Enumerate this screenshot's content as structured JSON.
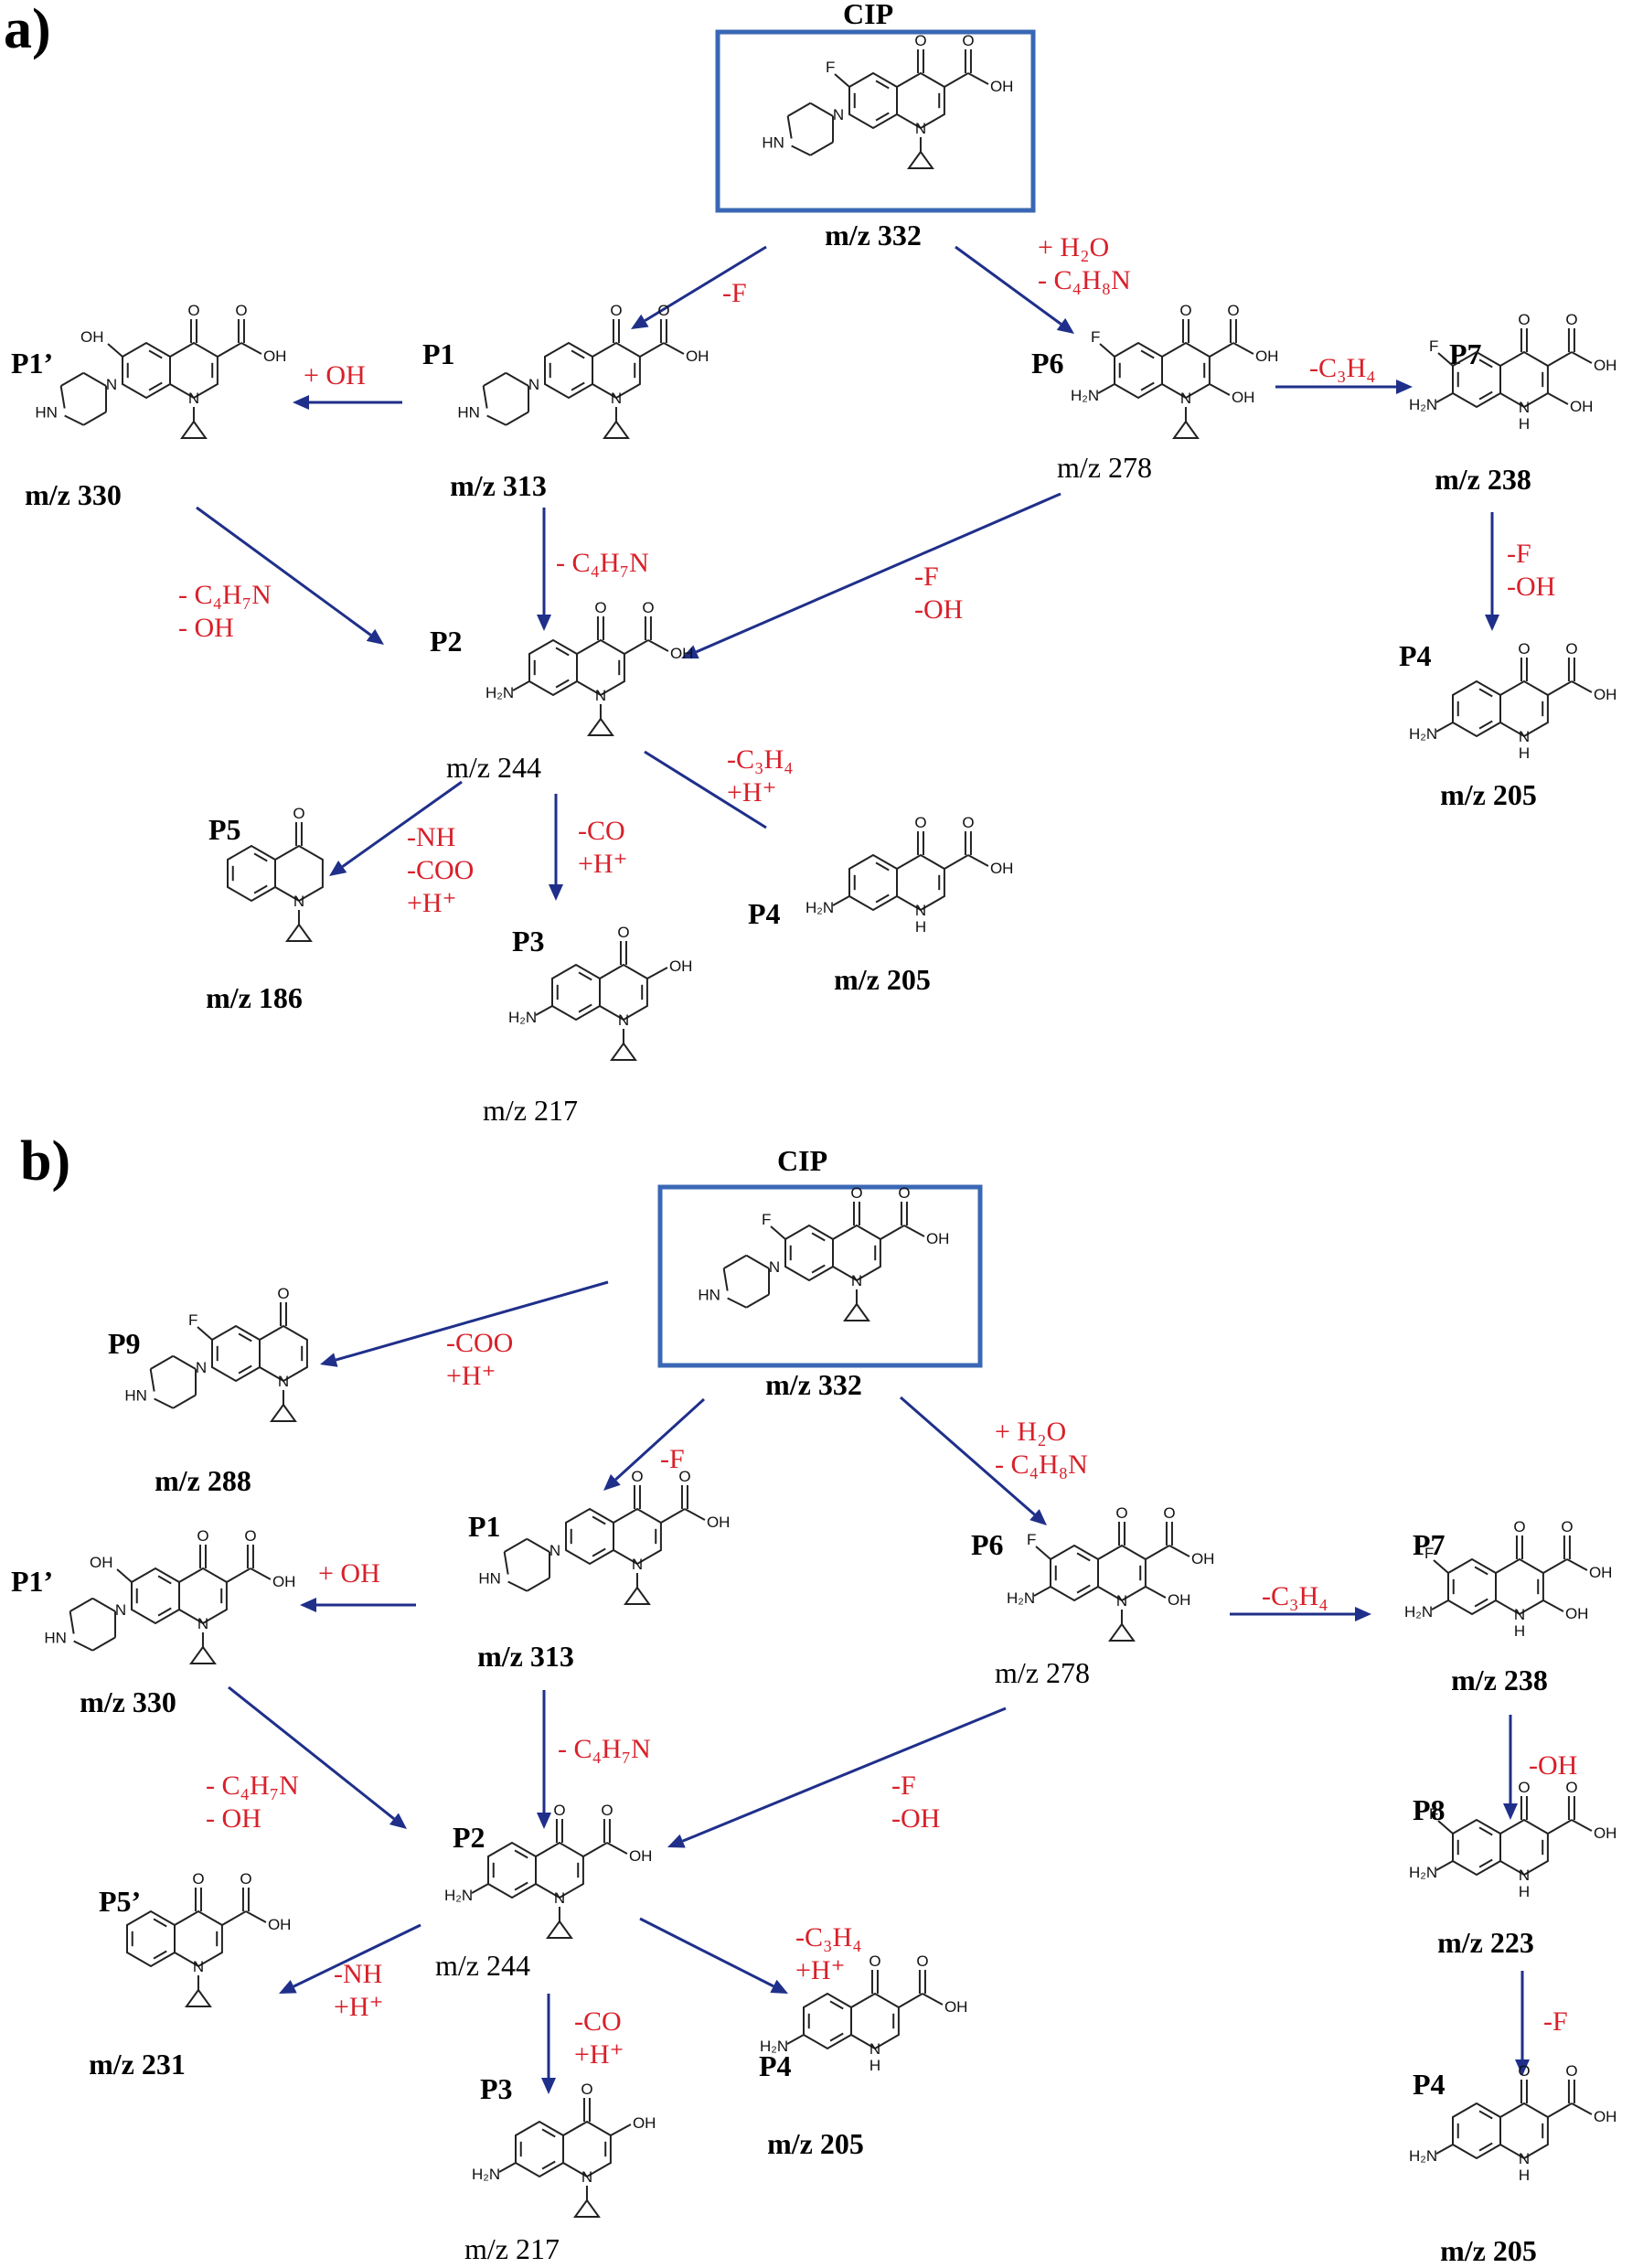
{
  "panels": [
    {
      "label": "a)",
      "compounds": [
        {
          "id": "CIP",
          "label": "CIP",
          "mz": "m/z 332",
          "boxed": true
        },
        {
          "id": "P1p",
          "label": "P1’",
          "mz": "m/z 330"
        },
        {
          "id": "P1",
          "label": "P1",
          "mz": "m/z 313"
        },
        {
          "id": "P6",
          "label": "P6",
          "mz": "m/z 278"
        },
        {
          "id": "P7",
          "label": "P7",
          "mz": "m/z 238"
        },
        {
          "id": "P2",
          "label": "P2",
          "mz": "m/z 244"
        },
        {
          "id": "P4r",
          "label": "P4",
          "mz": "m/z 205"
        },
        {
          "id": "P5",
          "label": "P5",
          "mz": "m/z 186"
        },
        {
          "id": "P3",
          "label": "P3",
          "mz": "m/z 217"
        },
        {
          "id": "P4",
          "label": "P4",
          "mz": "m/z 205"
        }
      ],
      "steps": [
        {
          "id": "cip_p1",
          "text": [
            "-F"
          ]
        },
        {
          "id": "cip_p6",
          "text": [
            "+ H₂O",
            "- C₄H₈N"
          ]
        },
        {
          "id": "p1_p1p",
          "text": [
            "+ OH"
          ]
        },
        {
          "id": "p6_p7",
          "text": [
            "-C₃H₄"
          ]
        },
        {
          "id": "p1_p2",
          "text": [
            "- C₄H₇N"
          ]
        },
        {
          "id": "p1p_p2",
          "text": [
            "- C₄H₇N",
            "- OH"
          ]
        },
        {
          "id": "p6_p2",
          "text": [
            "-F",
            "-OH"
          ]
        },
        {
          "id": "p7_p4",
          "text": [
            "-F",
            "-OH"
          ]
        },
        {
          "id": "p2_p4",
          "text": [
            "-C₃H₄",
            "+H⁺"
          ]
        },
        {
          "id": "p2_p5",
          "text": [
            "-NH",
            "-COO",
            "+H⁺"
          ]
        },
        {
          "id": "p2_p3",
          "text": [
            "-CO",
            "+H⁺"
          ]
        }
      ]
    },
    {
      "label": "b)",
      "compounds": [
        {
          "id": "CIP",
          "label": "CIP",
          "mz": "m/z 332",
          "boxed": true
        },
        {
          "id": "P9",
          "label": "P9",
          "mz": "m/z 288"
        },
        {
          "id": "P1",
          "label": "P1",
          "mz": "m/z 313"
        },
        {
          "id": "P1p",
          "label": "P1’",
          "mz": "m/z 330"
        },
        {
          "id": "P6",
          "label": "P6",
          "mz": "m/z 278"
        },
        {
          "id": "P7",
          "label": "P7",
          "mz": "m/z 238"
        },
        {
          "id": "P8",
          "label": "P8",
          "mz": "m/z 223"
        },
        {
          "id": "P2",
          "label": "P2",
          "mz": "m/z 244"
        },
        {
          "id": "P5p",
          "label": "P5’",
          "mz": "m/z 231"
        },
        {
          "id": "P4m",
          "label": "P4",
          "mz": "m/z 205"
        },
        {
          "id": "P3",
          "label": "P3",
          "mz": "m/z 217"
        },
        {
          "id": "P4r",
          "label": "P4",
          "mz": "m/z 205"
        }
      ],
      "steps": [
        {
          "id": "cip_p9",
          "text": [
            "-COO",
            "+H⁺"
          ]
        },
        {
          "id": "cip_p1",
          "text": [
            "-F"
          ]
        },
        {
          "id": "cip_p6",
          "text": [
            "+ H₂O",
            "- C₄H₈N"
          ]
        },
        {
          "id": "p1_p1p",
          "text": [
            "+ OH"
          ]
        },
        {
          "id": "p6_p7",
          "text": [
            "-C₃H₄"
          ]
        },
        {
          "id": "p1_p2",
          "text": [
            "- C₄H₇N"
          ]
        },
        {
          "id": "p1p_p2",
          "text": [
            "- C₄H₇N",
            "- OH"
          ]
        },
        {
          "id": "p6_p2",
          "text": [
            "-F",
            "-OH"
          ]
        },
        {
          "id": "p7_p8",
          "text": [
            "-OH"
          ]
        },
        {
          "id": "p8_p4",
          "text": [
            "-F"
          ]
        },
        {
          "id": "p2_p5p",
          "text": [
            "-NH",
            "+H⁺"
          ]
        },
        {
          "id": "p2_p3",
          "text": [
            "-CO",
            "+H⁺"
          ]
        },
        {
          "id": "p2_p4",
          "text": [
            "-C₃H₄",
            "+H⁺"
          ]
        }
      ]
    }
  ],
  "atom_labels": {
    "oxo": "O",
    "oh": "OH",
    "f": "F",
    "nh": "HN",
    "n": "N",
    "nh_ring": "N",
    "h": "H",
    "nh2": "H₂N"
  },
  "colors": {
    "arrow": "#1f2f8a",
    "step_text": "#d8202a",
    "cip_box": "#3a67b5"
  }
}
